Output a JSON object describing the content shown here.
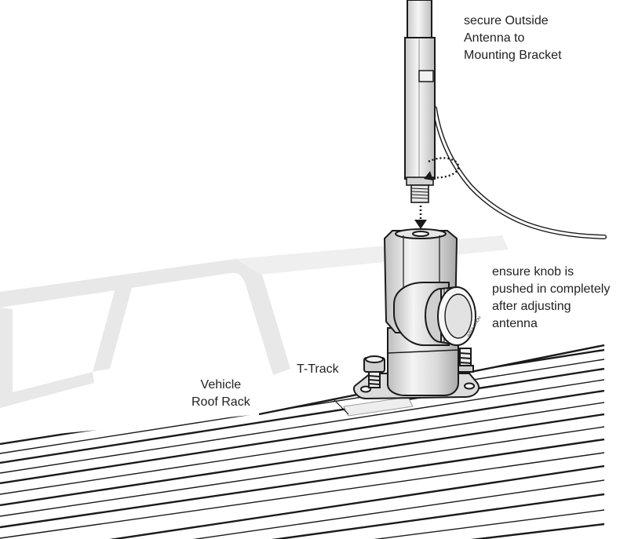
{
  "labels": {
    "antenna": [
      "secure Outside",
      "Antenna to",
      "Mounting Bracket"
    ],
    "knob": [
      "ensure knob is",
      "pushed in completely",
      "after adjusting",
      "antenna"
    ],
    "t_track": "T-Track",
    "roof_rack": [
      "Vehicle",
      "Roof Rack"
    ],
    "knob_engraving": "INSULATION"
  },
  "colors": {
    "line": "#1a1a1a",
    "rack_ghost": "#e6e6e6",
    "metal_light": "#f7f7f7",
    "metal_mid": "#dcdcdc",
    "metal_dark": "#9e9e9e"
  }
}
